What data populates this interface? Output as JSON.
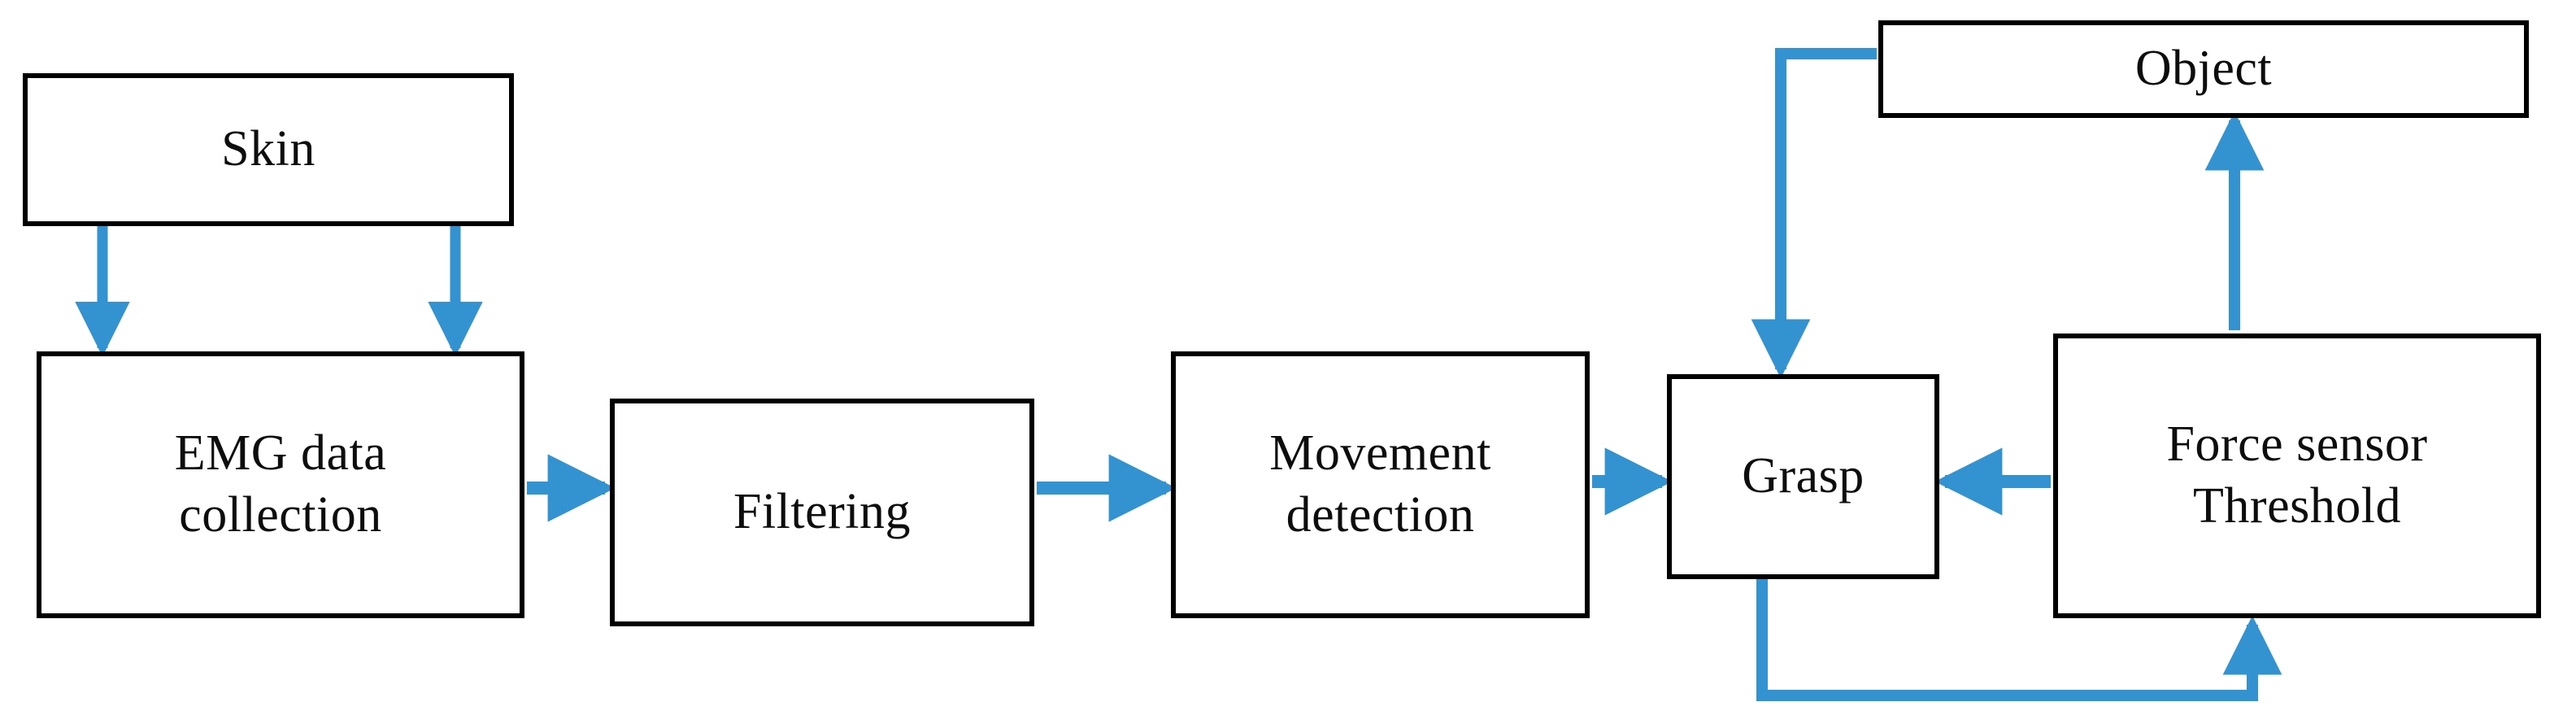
{
  "diagram": {
    "title": "EMG-based grasp control block diagram",
    "background_color": "#ffffff",
    "node_border_color": "#000000",
    "connector_color": "#3393d0",
    "text_color": "#0d0d0d",
    "nodes": [
      {
        "id": "skin",
        "label": "Skin"
      },
      {
        "id": "emg_collection",
        "label": "EMG data\ncollection"
      },
      {
        "id": "filtering",
        "label": "Filtering"
      },
      {
        "id": "movement",
        "label": "Movement\ndetection"
      },
      {
        "id": "grasp",
        "label": "Grasp"
      },
      {
        "id": "force_sensor",
        "label": "Force sensor\nThreshold"
      },
      {
        "id": "object",
        "label": "Object"
      }
    ],
    "connectors": [
      {
        "id": "skin-to-emg-left",
        "from": "skin",
        "to": "emg_collection",
        "style": "straight-down"
      },
      {
        "id": "skin-to-emg-right",
        "from": "skin",
        "to": "emg_collection",
        "style": "straight-down"
      },
      {
        "id": "emg-to-filtering",
        "from": "emg_collection",
        "to": "filtering",
        "style": "straight-right"
      },
      {
        "id": "filtering-to-movement",
        "from": "filtering",
        "to": "movement",
        "style": "straight-right"
      },
      {
        "id": "movement-to-grasp",
        "from": "movement",
        "to": "grasp",
        "style": "straight-right"
      },
      {
        "id": "object-to-grasp",
        "from": "object",
        "to": "grasp",
        "style": "elbow-left-down"
      },
      {
        "id": "force-to-grasp",
        "from": "force_sensor",
        "to": "grasp",
        "style": "straight-left"
      },
      {
        "id": "force-to-object",
        "from": "force_sensor",
        "to": "object",
        "style": "straight-up"
      },
      {
        "id": "grasp-to-force",
        "from": "grasp",
        "to": "force_sensor",
        "style": "elbow-down-right-up"
      }
    ]
  }
}
